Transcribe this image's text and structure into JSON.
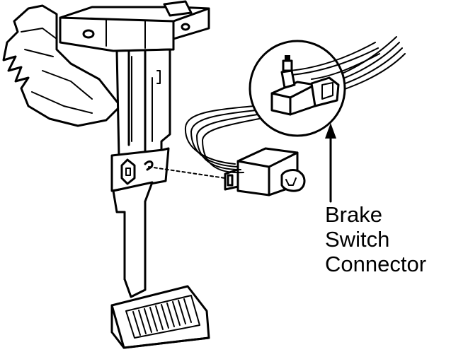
{
  "callout": {
    "lines": [
      "Brake",
      "Switch",
      "Connector"
    ]
  },
  "colors": {
    "ink": "#000000",
    "paper": "#ffffff"
  }
}
